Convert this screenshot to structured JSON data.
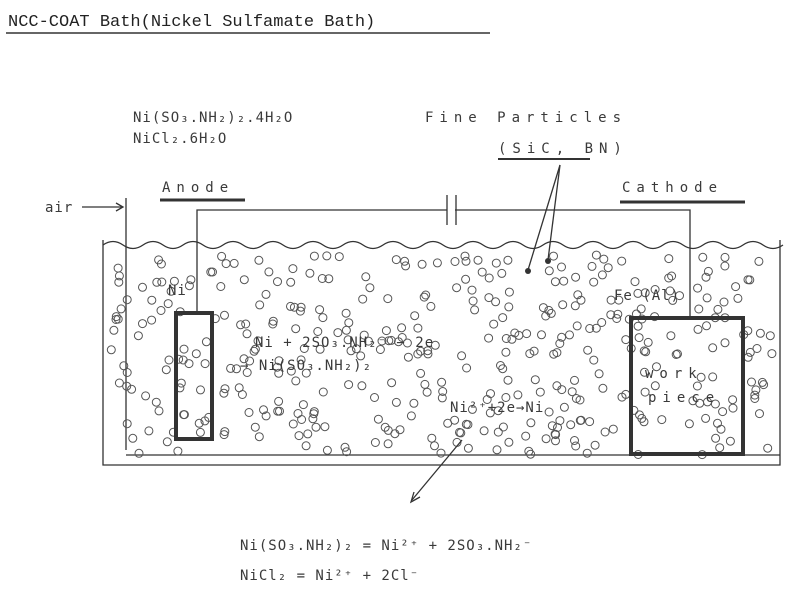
{
  "title": "NCC-COAT Bath(Nickel Sulfamate Bath)",
  "bath_components": [
    "Ni(SO₃.NH₂)₂.4H₂O",
    "NiCl₂.6H₂O"
  ],
  "fine_particles": {
    "label": "Fine Particles",
    "types": "(SiC, BN)"
  },
  "air_label": "air",
  "anode": {
    "label": "Anode",
    "material": "Ni"
  },
  "cathode": {
    "label": "Cathode",
    "material": "Fe (Al)",
    "work_label": "work",
    "piece_label": "piece"
  },
  "anode_reaction": [
    "Ni + 2SO₃.NH₂⁻ − 2e",
    "→ Ni(SO₃.NH₂)₂"
  ],
  "cathode_reaction": "Ni²⁺+2e→Ni",
  "dissociation_equations": [
    "Ni(SO₃.NH₂)₂ = Ni²⁺ + 2SO₃.NH₂⁻",
    "NiCl₂ = Ni²⁺ + 2Cl⁻"
  ]
}
